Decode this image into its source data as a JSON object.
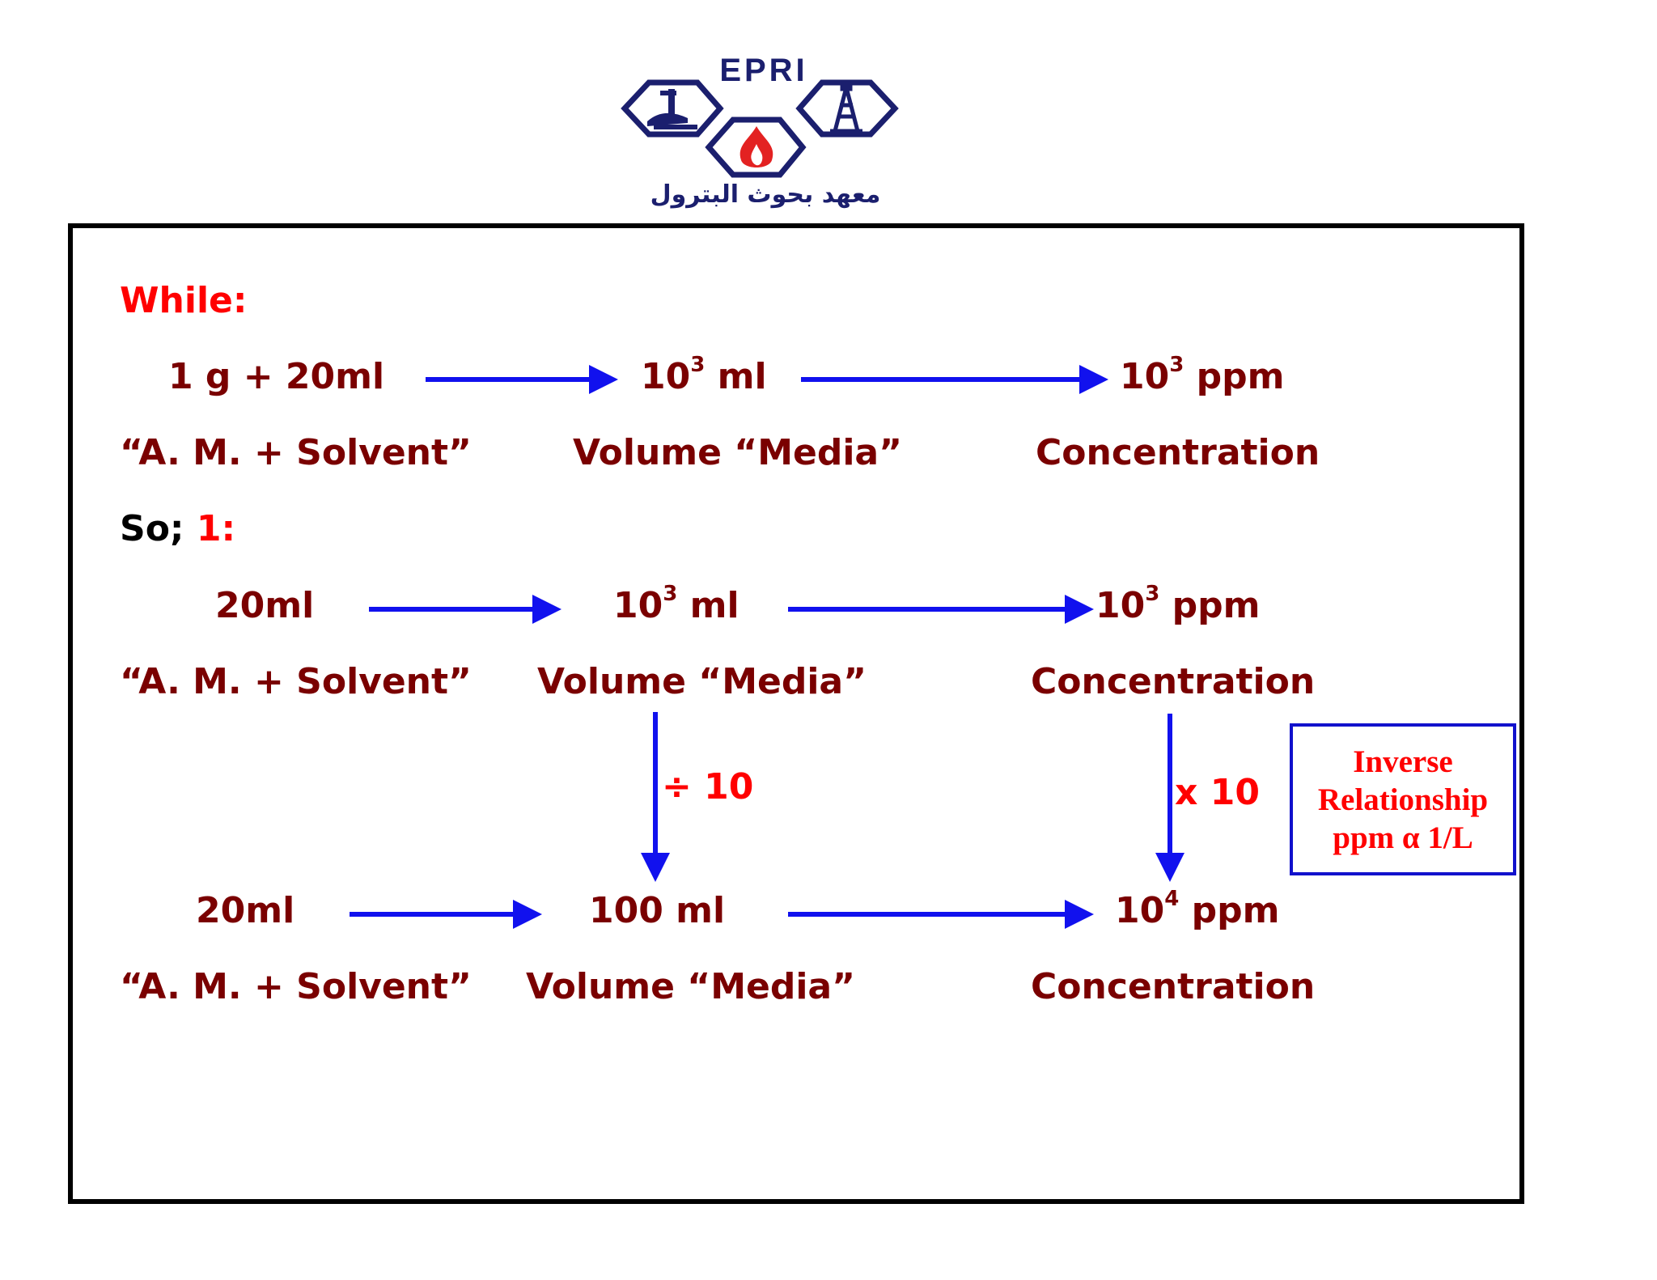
{
  "logo": {
    "acronym": "EPRI",
    "arabic_name": "معهد بحوث البترول"
  },
  "colors": {
    "heading_red": "#ff0000",
    "text_dark_red": "#7a0000",
    "arrow_blue": "#1111ee",
    "box_blue": "#1111cc"
  },
  "while_section": {
    "heading": "While:",
    "row": {
      "mass": "1 g + 20ml",
      "volume_base": "10",
      "volume_exp": "3",
      "volume_unit": " ml",
      "conc_base": "10",
      "conc_exp": "3",
      "conc_unit": " ppm"
    },
    "labels": {
      "mix": "“A. M. + Solvent”",
      "volume": "Volume “Media”",
      "concentration": "Concentration"
    }
  },
  "so_section": {
    "heading_prefix": "So; ",
    "heading_number": "1:",
    "row1": {
      "mix": "20ml",
      "volume_base": "10",
      "volume_exp": "3",
      "volume_unit": " ml",
      "conc_base": "10",
      "conc_exp": "3",
      "conc_unit": " ppm"
    },
    "labels1": {
      "mix": "“A. M. + Solvent”",
      "volume": "Volume “Media”",
      "concentration": "Concentration"
    },
    "volume_operation": "÷ 10",
    "conc_operation": "x 10",
    "row2": {
      "mix": "20ml",
      "volume": "100 ml",
      "conc_base": "10",
      "conc_exp": "4",
      "conc_unit": " ppm"
    },
    "labels2": {
      "mix": "“A. M. + Solvent”",
      "volume": "Volume “Media”",
      "concentration": "Concentration"
    }
  },
  "inverse_box": {
    "line1": "Inverse",
    "line2": "Relationship",
    "line3": "ppm α 1/L"
  }
}
